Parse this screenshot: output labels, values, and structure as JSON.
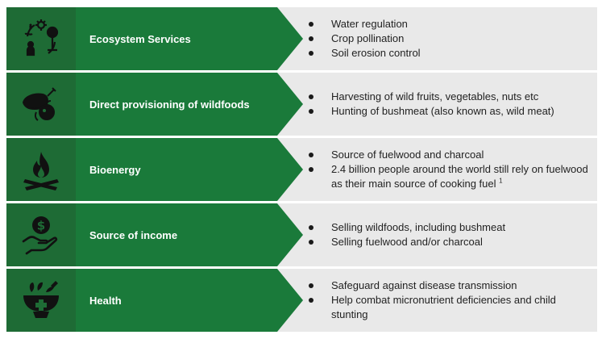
{
  "rows": [
    {
      "icon": "ecosystem-services-icon",
      "title": "Ecosystem Services",
      "bullets": [
        "Water regulation",
        "Crop pollination",
        "Soil erosion control"
      ]
    },
    {
      "icon": "wildfoods-icon",
      "title": "Direct provisioning of wildfoods",
      "bullets": [
        "Harvesting of wild fruits, vegetables, nuts etc",
        "Hunting of bushmeat (also known as, wild meat)"
      ]
    },
    {
      "icon": "campfire-icon",
      "title": "Bioenergy",
      "bullets": [
        "Source of fuelwood and charcoal",
        "2.4 billion people around the world still rely on fuelwood as their main source of cooking fuel"
      ],
      "footnote": "1"
    },
    {
      "icon": "coin-hand-icon",
      "title": "Source of income",
      "bullets": [
        "Selling wildfoods, including bushmeat",
        "Selling fuelwood and/or charcoal"
      ]
    },
    {
      "icon": "health-bowl-icon",
      "title": "Health",
      "bullets": [
        "Safeguard against disease transmission",
        "Help combat micronutrient deficiencies and child stunting"
      ]
    }
  ],
  "colors": {
    "icon_bg": "#1e6b35",
    "arrow_bg": "#1a7a3a",
    "panel_bg": "#e9e9e9"
  }
}
